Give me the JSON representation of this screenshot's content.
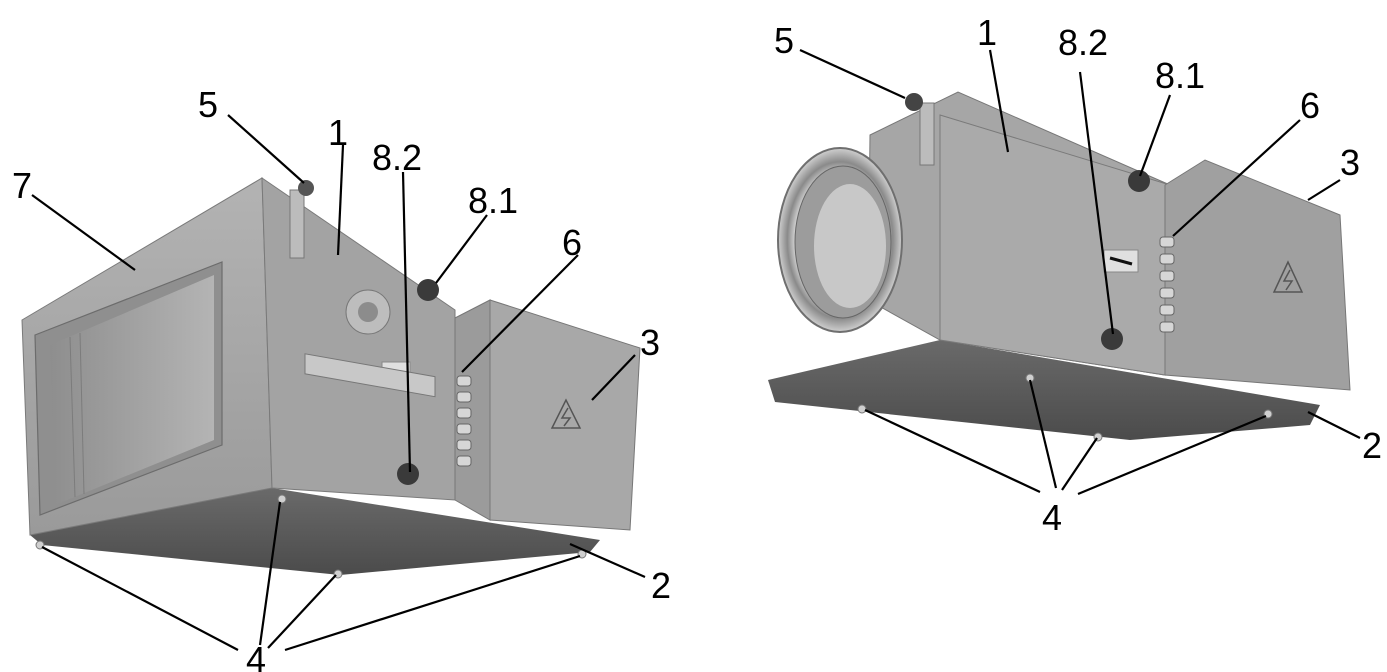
{
  "figure_left": {
    "callouts": {
      "c1": "1",
      "c2": "2",
      "c3": "3",
      "c4": "4",
      "c5": "5",
      "c6": "6",
      "c7": "7",
      "c81": "8.1",
      "c82": "8.2"
    }
  },
  "figure_right": {
    "callouts": {
      "c1": "1",
      "c2": "2",
      "c3": "3",
      "c4": "4",
      "c5": "5",
      "c6": "6",
      "c81": "8.1",
      "c82": "8.2"
    }
  },
  "colors": {
    "housing_light": "#b5b5b5",
    "housing_mid": "#9c9c9c",
    "housing_dark": "#6f6f6f",
    "base_dark": "#555555",
    "filter_panel": "#a9a9a9",
    "leader_line": "#000000"
  },
  "icons": [
    "high-voltage-warning-icon",
    "airflow-arrow-icon",
    "cable-gland-icon",
    "ventilation-grommet-icon"
  ]
}
